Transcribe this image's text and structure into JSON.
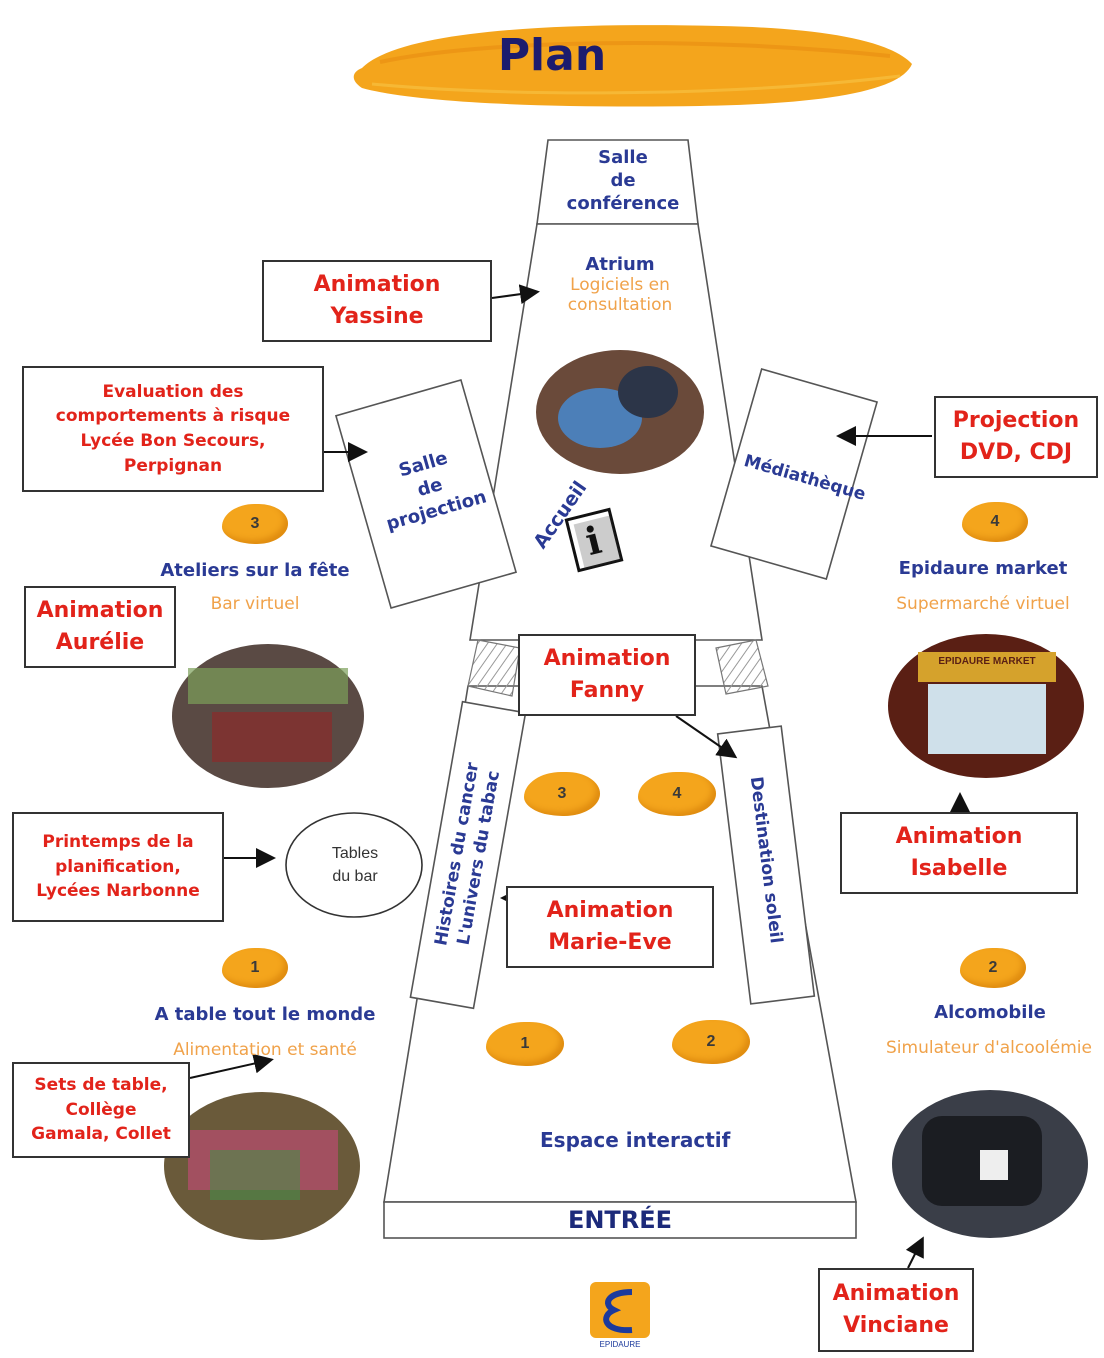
{
  "title": "Plan",
  "rooms": {
    "conference": [
      "Salle",
      "de",
      "conférence"
    ],
    "atrium": {
      "name": "Atrium",
      "sub": [
        "Logiciels en",
        "consultation"
      ]
    },
    "projection_room": [
      "Salle",
      "de",
      "projection"
    ],
    "mediatheque": "Médiathèque",
    "accueil": "Accueil",
    "info_symbol": "i",
    "tobacco": [
      "Histoires du cancer",
      "L'univers du tabac"
    ],
    "soleil": "Destination soleil",
    "espace": "Espace interactif",
    "entree": "ENTRÉE",
    "tables_bar": [
      "Tables",
      "du bar"
    ]
  },
  "stations": [
    {
      "number": "3",
      "title": "Ateliers sur la fête",
      "subtitle": "Bar virtuel"
    },
    {
      "number": "4",
      "title": "Epidaure market",
      "subtitle": "Supermarché virtuel"
    },
    {
      "number": "1",
      "title": "A table tout le monde",
      "subtitle": "Alimentation et santé"
    },
    {
      "number": "2",
      "title": "Alcomobile",
      "subtitle": "Simulateur d'alcoolémie"
    }
  ],
  "floor_markers": [
    "3",
    "4",
    "1",
    "2"
  ],
  "callouts": {
    "yassine": [
      "Animation",
      "Yassine"
    ],
    "evaluation": [
      "Evaluation des",
      "comportements à risque",
      "Lycée Bon Secours,",
      "Perpignan"
    ],
    "projection_dvd": [
      "Projection",
      "DVD, CDJ"
    ],
    "aurelie": [
      "Animation",
      "Aurélie"
    ],
    "fanny": [
      "Animation",
      "Fanny"
    ],
    "printemps": [
      "Printemps de la",
      "planification,",
      "Lycées Narbonne"
    ],
    "marie_eve": [
      "Animation",
      "Marie-Eve"
    ],
    "isabelle": [
      "Animation",
      "Isabelle"
    ],
    "sets_table": [
      "Sets de  table,",
      "Collège",
      "Gamala, Collet"
    ],
    "vinciane": [
      "Animation",
      "Vinciane"
    ]
  },
  "market_sign": "EPIDAURE MARKET",
  "logo_caption": "EPIDAURE",
  "colors": {
    "title_brush": "#f4a51c",
    "navy": "#2a3a94",
    "red": "#e2231a",
    "orange_text": "#f0a24a"
  }
}
